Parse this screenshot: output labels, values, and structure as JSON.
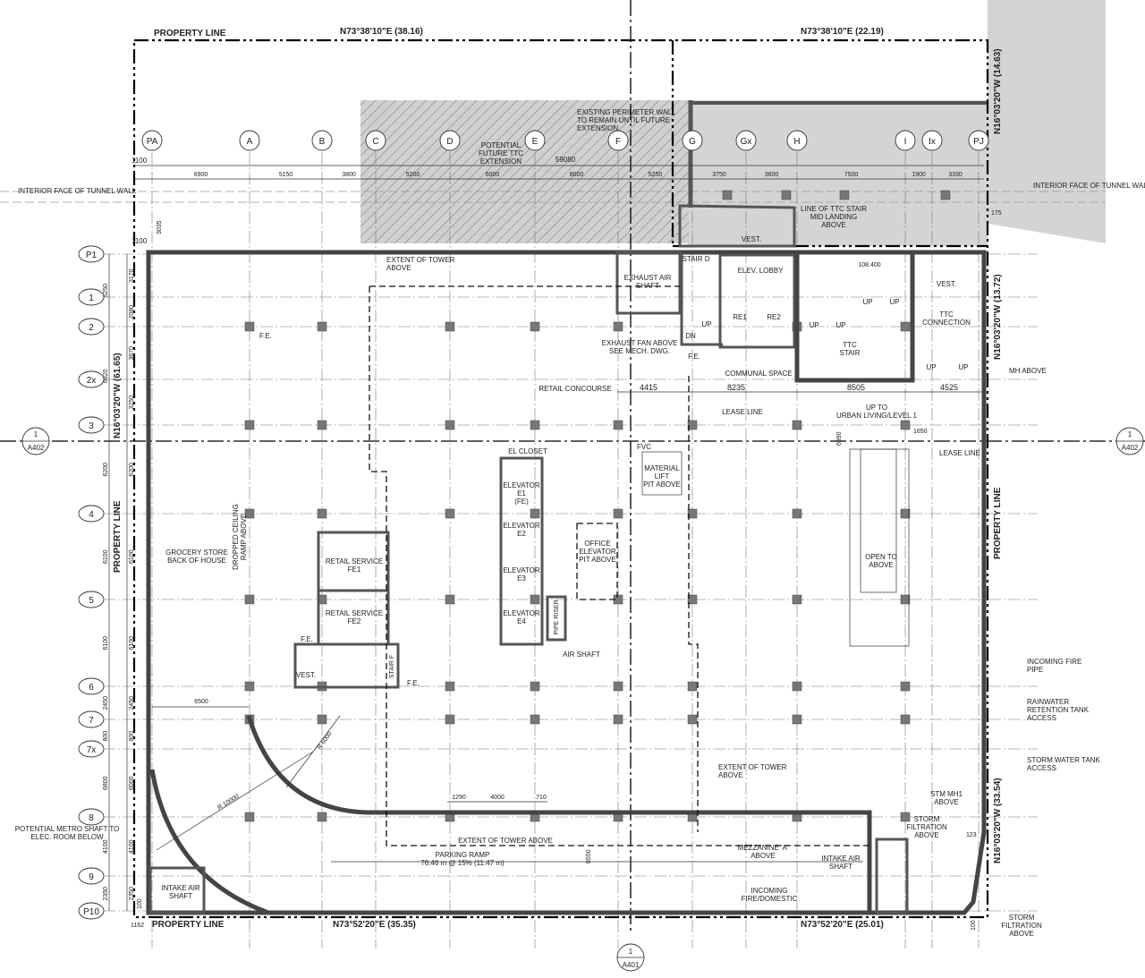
{
  "colors": {
    "wall": "#444444",
    "tunnel_fill": "#d4d4d4",
    "hatch_fill": "#d0d0d0",
    "column": "#777777"
  },
  "grid": {
    "columns": [
      "PA",
      "A",
      "B",
      "C",
      "D",
      "E",
      "F",
      "G",
      "Gx",
      "H",
      "I",
      "Ix",
      "PJ"
    ],
    "rows": [
      "P1",
      "1",
      "2",
      "2x",
      "3",
      "4",
      "5",
      "6",
      "7",
      "7x",
      "8",
      "9",
      "P10"
    ]
  },
  "dimensions": {
    "top": [
      "6900",
      "5150",
      "3800",
      "5200",
      "6000",
      "8000",
      "5250",
      "3750",
      "3600",
      "7500",
      "1900",
      "3330"
    ],
    "total": "59080",
    "left_offset_top": "1100",
    "left_offset_mid": "1100",
    "vertical_3035": "3035",
    "left_inner": [
      "3170",
      "2080",
      "3670",
      "3250",
      "6200",
      "6100",
      "6100",
      "2450",
      "800",
      "6000",
      "4100",
      "2350"
    ],
    "left_outer": [
      "5250",
      "6920",
      "6200",
      "6100",
      "6100",
      "2450",
      "800",
      "6800",
      "4100",
      "2350"
    ],
    "bottom_left": "1162",
    "bottom_100": "100",
    "right_175": "175",
    "right_100": "100",
    "concourse": [
      "4415",
      "8235",
      "8505",
      "4525"
    ],
    "d1650": "1650",
    "d6990": "6990",
    "ramp": [
      "1290",
      "4000",
      "710"
    ],
    "d6550": "6550",
    "d6500": "6500",
    "r6000": "R 6000",
    "r10000": "R 10000",
    "d123": "123"
  },
  "property": {
    "label_top": "PROPERTY LINE",
    "bearing_top_left": "N73°38'10\"E  (38.16)",
    "bearing_top_right": "N73°38'10\"E  (22.19)",
    "bearing_left": "N16°03'20\"W  (61.65)",
    "label_left": "PROPERTY LINE",
    "label_right": "PROPERTY LINE",
    "bearing_right_top": "N16°03'20\"W  (14.63)",
    "bearing_right_mid": "N16°03'20\"W  (13.72)",
    "bearing_right_bot": "N16°03'20\"W  (33.54)",
    "label_bottom": "PROPERTY LINE",
    "bearing_bottom_left": "N73°52'20\"E  (35.35)",
    "bearing_bottom_right": "N73°52'20\"E  (25.01)"
  },
  "section_markers": {
    "left": {
      "num": "1",
      "sheet": "A402"
    },
    "right": {
      "num": "1",
      "sheet": "A402"
    },
    "bottom": {
      "num": "1",
      "sheet": "A401"
    }
  },
  "labels": {
    "tunnel_wall_left": "INTERIOR FACE OF TUNNEL WALL",
    "tunnel_wall_right": "INTERIOR FACE OF TUNNEL WALL",
    "perimeter_wall": [
      "EXISTING PERIMETER WALL",
      "TO REMAIN UNTIL FUTURE",
      "EXTENSION"
    ],
    "ttc_extension": [
      "POTENTIAL",
      "FUTURE TTC",
      "EXTENSION"
    ],
    "ttc_stair_line": [
      "LINE OF TTC STAIR",
      "MID LANDING",
      "ABOVE"
    ],
    "vest1": "VEST.",
    "tower_extent_top": [
      "EXTENT OF TOWER",
      "ABOVE"
    ],
    "exhaust_shaft": [
      "EXHAUST AIR",
      "SHAFT"
    ],
    "stair_d": "STAIR D",
    "elev_lobby": "ELEV. LOBBY",
    "re1": "RE1",
    "re2": "RE2",
    "elev_code": "108.400",
    "vest2": "VEST.",
    "ttc_connection": [
      "TTC",
      "CONNECTION"
    ],
    "ttc_stair": [
      "TTC",
      "STAIR"
    ],
    "up": "UP",
    "dn": "DN",
    "fe": "F.E.",
    "exhaust_fan": [
      "EXHAUST  FAN ABOVE",
      "SEE MECH. DWG."
    ],
    "mh_above": "MH ABOVE",
    "communal": "COMMUNAL SPACE",
    "retail_concourse": "RETAIL CONCOURSE",
    "lease_line": "LEASE LINE",
    "up_to": [
      "UP TO",
      "URBAN LIVING/LEVEL 1"
    ],
    "fvc": "FVC",
    "el_closet": "EL CLOSET",
    "elevators": [
      [
        "ELEVATOR",
        "E1",
        "(FE)"
      ],
      [
        "ELEVATOR",
        "E2"
      ],
      [
        "ELEVATOR",
        "E3"
      ],
      [
        "ELEVATOR",
        "E4"
      ]
    ],
    "material_lift": [
      "MATERIAL",
      "LIFT",
      "PIT ABOVE"
    ],
    "dropped_ceiling": [
      "DROPPED CEILING",
      "RAMP ABOVE"
    ],
    "grocery": [
      "GROCERY STORE",
      "BACK OF HOUSE"
    ],
    "retail_fe1": [
      "RETAIL SERVICE",
      "FE1"
    ],
    "retail_fe2": [
      "RETAIL SERVICE",
      "FE2"
    ],
    "office_elev": [
      "OFFICE",
      "ELEVATOR",
      "PIT ABOVE"
    ],
    "air_shaft": "AIR SHAFT",
    "pipe_riser": "PIPE RISER",
    "open_to_above": [
      "OPEN TO",
      "ABOVE"
    ],
    "vest3": "VEST.",
    "stair_f": "STAIR F",
    "incoming_fire": [
      "INCOMING FIRE",
      "PIPE"
    ],
    "rainwater": [
      "RAINWATER",
      "RETENTION TANK",
      "ACCESS"
    ],
    "storm_tank": [
      "STORM WATER TANK",
      "ACCESS"
    ],
    "tower_extent_mid": [
      "EXTENT OF TOWER",
      "ABOVE"
    ],
    "stm_mh1": [
      "STM MH1",
      "ABOVE"
    ],
    "storm_filtration": [
      "STORM",
      "FILTRATION",
      "ABOVE"
    ],
    "metro_shaft": [
      "POTENTIAL METRO SHAFT TO",
      "ELEC. ROOM BELOW"
    ],
    "tower_extent_bot": "EXTENT OF TOWER ABOVE",
    "parking_ramp": [
      "PARKING RAMP",
      "76.46 m @ 15%  (11.47 m)"
    ],
    "mezzanine": [
      "MEZZANINE 'A'",
      "ABOVE"
    ],
    "intake_shaft_right": [
      "INTAKE AIR",
      "SHAFT"
    ],
    "incoming_domestic": [
      "INCOMING",
      "FIRE/DOMESTIC"
    ],
    "intake_shaft_left": [
      "INTAKE AIR",
      "SHAFT"
    ],
    "storm_filtration_bot": [
      "STORM",
      "FILTRATION",
      "ABOVE"
    ]
  }
}
